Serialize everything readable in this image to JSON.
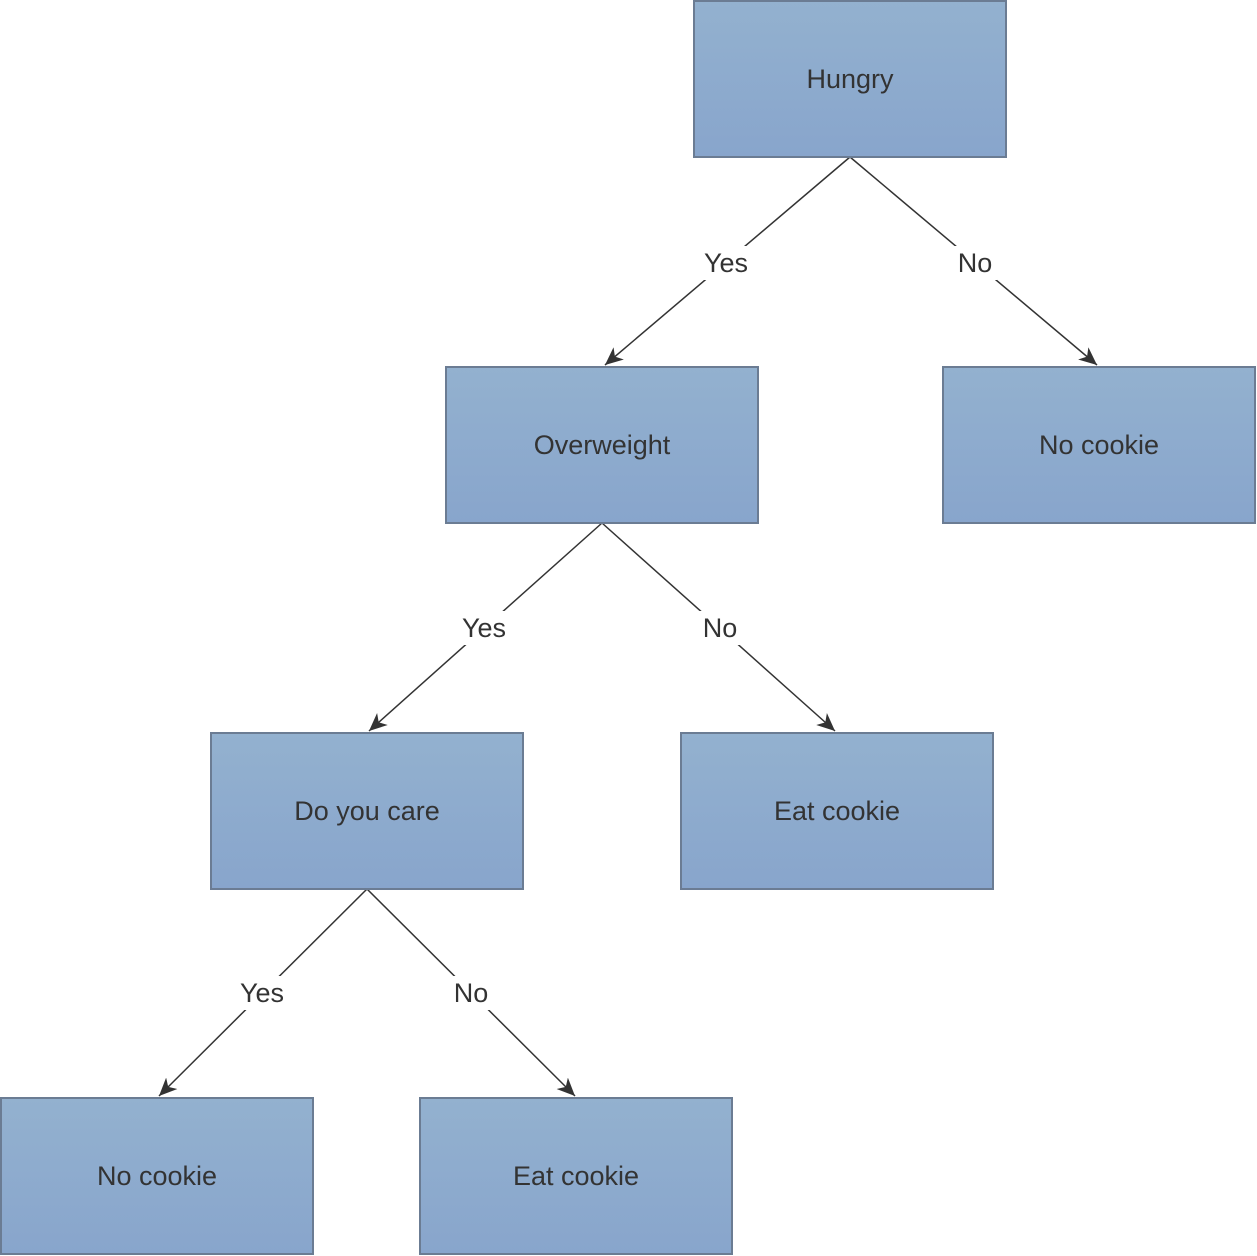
{
  "colors": {
    "box_fill_top": "#93b1cf",
    "box_fill_bottom": "#88a5cc",
    "box_stroke": "#6b7c93",
    "text": "#333333",
    "edge": "#333333",
    "background": "#ffffff"
  },
  "nodes": [
    {
      "id": "hungry",
      "label": "Hungry"
    },
    {
      "id": "overweight",
      "label": "Overweight"
    },
    {
      "id": "no-cookie-1",
      "label": "No cookie"
    },
    {
      "id": "do-you-care",
      "label": "Do you care"
    },
    {
      "id": "eat-cookie-1",
      "label": "Eat cookie"
    },
    {
      "id": "no-cookie-2",
      "label": "No cookie"
    },
    {
      "id": "eat-cookie-2",
      "label": "Eat cookie"
    }
  ],
  "edges": [
    {
      "from": "hungry",
      "to": "overweight",
      "label": "Yes"
    },
    {
      "from": "hungry",
      "to": "no-cookie-1",
      "label": "No"
    },
    {
      "from": "overweight",
      "to": "do-you-care",
      "label": "Yes"
    },
    {
      "from": "overweight",
      "to": "eat-cookie-1",
      "label": "No"
    },
    {
      "from": "do-you-care",
      "to": "no-cookie-2",
      "label": "Yes"
    },
    {
      "from": "do-you-care",
      "to": "eat-cookie-2",
      "label": "No"
    }
  ]
}
